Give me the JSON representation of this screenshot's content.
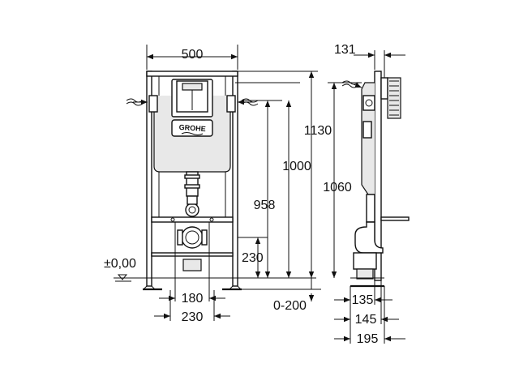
{
  "front_view": {
    "brand_logo": "GROHE",
    "dim_width": "500",
    "dim_height_1130": "1130",
    "dim_height_1000": "1000",
    "dim_height_958": "958",
    "dim_height_230": "230",
    "dim_floor_level": "±0,00",
    "dim_bottom_180": "180",
    "dim_bottom_230": "230",
    "dim_adjust": "0-200"
  },
  "side_view": {
    "dim_top_131": "131",
    "dim_height_1060": "1060",
    "dim_135": "135",
    "dim_145": "145",
    "dim_195": "195"
  }
}
